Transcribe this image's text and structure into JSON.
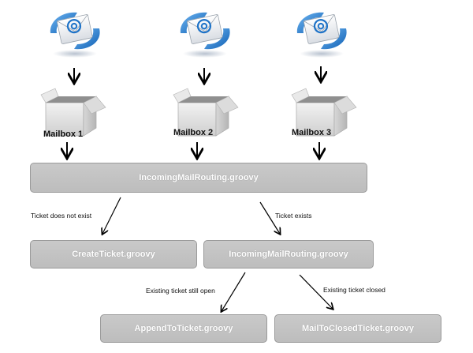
{
  "mailboxes": [
    {
      "label": "Mailbox 1"
    },
    {
      "label": "Mailbox 2"
    },
    {
      "label": "Mailbox 3"
    }
  ],
  "nodes": {
    "routing_top": "IncomingMailRouting.groovy",
    "create_ticket": "CreateTicket.groovy",
    "routing_second": "IncomingMailRouting.groovy",
    "append_ticket": "AppendToTicket.groovy",
    "mail_to_closed": "MailToClosedTicket.groovy"
  },
  "edges": {
    "ticket_not_exist": "Ticket does not exist",
    "ticket_exists": "Ticket exists",
    "still_open": "Existing ticket still open",
    "ticket_closed": "Existing ticket closed"
  },
  "icons": {
    "mail": "email-envelope-icon",
    "mailbox": "open-box-icon"
  },
  "colors": {
    "node_fill": "#c4c4c4",
    "node_border": "#9a9a9a",
    "node_text": "#ffffff",
    "envelope_blue": "#1e73c8"
  }
}
